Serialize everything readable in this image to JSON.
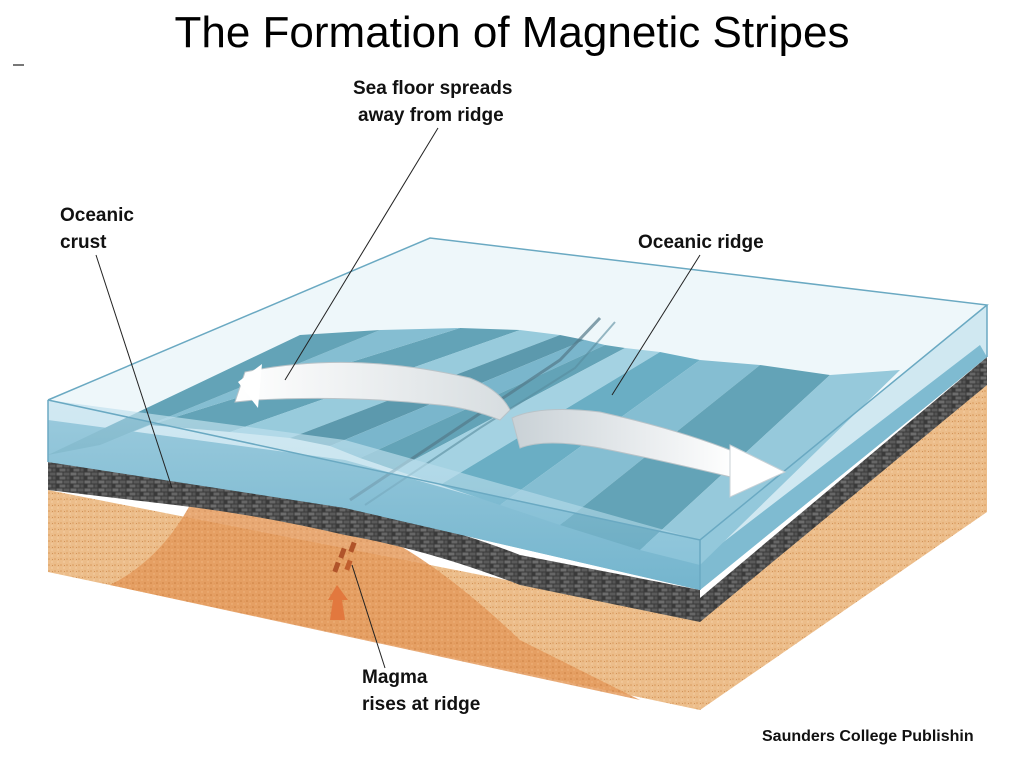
{
  "title": "The Formation of Magnetic Stripes",
  "labels": {
    "spread": {
      "line1": "Sea floor spreads",
      "line2": "away from ridge"
    },
    "crust": {
      "line1": "Oceanic",
      "line2": "crust"
    },
    "ridge": {
      "line1": "Oceanic ridge"
    },
    "magma": {
      "line1": "Magma",
      "line2": "rises at ridge"
    }
  },
  "credit": "Saunders College Publishin",
  "colors": {
    "water": "#8fc6dc",
    "stripe_dark": "#2a7f98",
    "stripe_light": "#5fa8c2",
    "crust": "#333333",
    "mantle": "#e8b27a",
    "magma": "#d86a2a",
    "arrow": "#ffffff"
  },
  "icons": [
    "spreading-arrow-left",
    "spreading-arrow-right",
    "magma-up-arrow"
  ]
}
